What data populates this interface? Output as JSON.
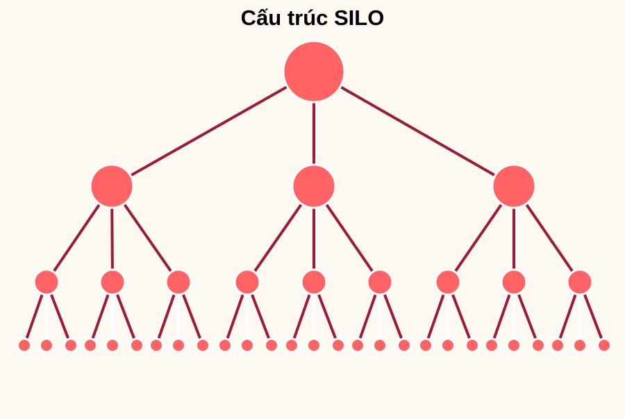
{
  "title": "Cấu trúc SILO",
  "colors": {
    "node": "#ff6363",
    "edge": "#9b1b3f",
    "hidden_edge": "#ffffff",
    "background": "#fdf9f2"
  },
  "tree": {
    "levels": 4,
    "children_per_node": [
      3,
      3,
      3
    ],
    "leaf_middle_edge_visible": false
  }
}
